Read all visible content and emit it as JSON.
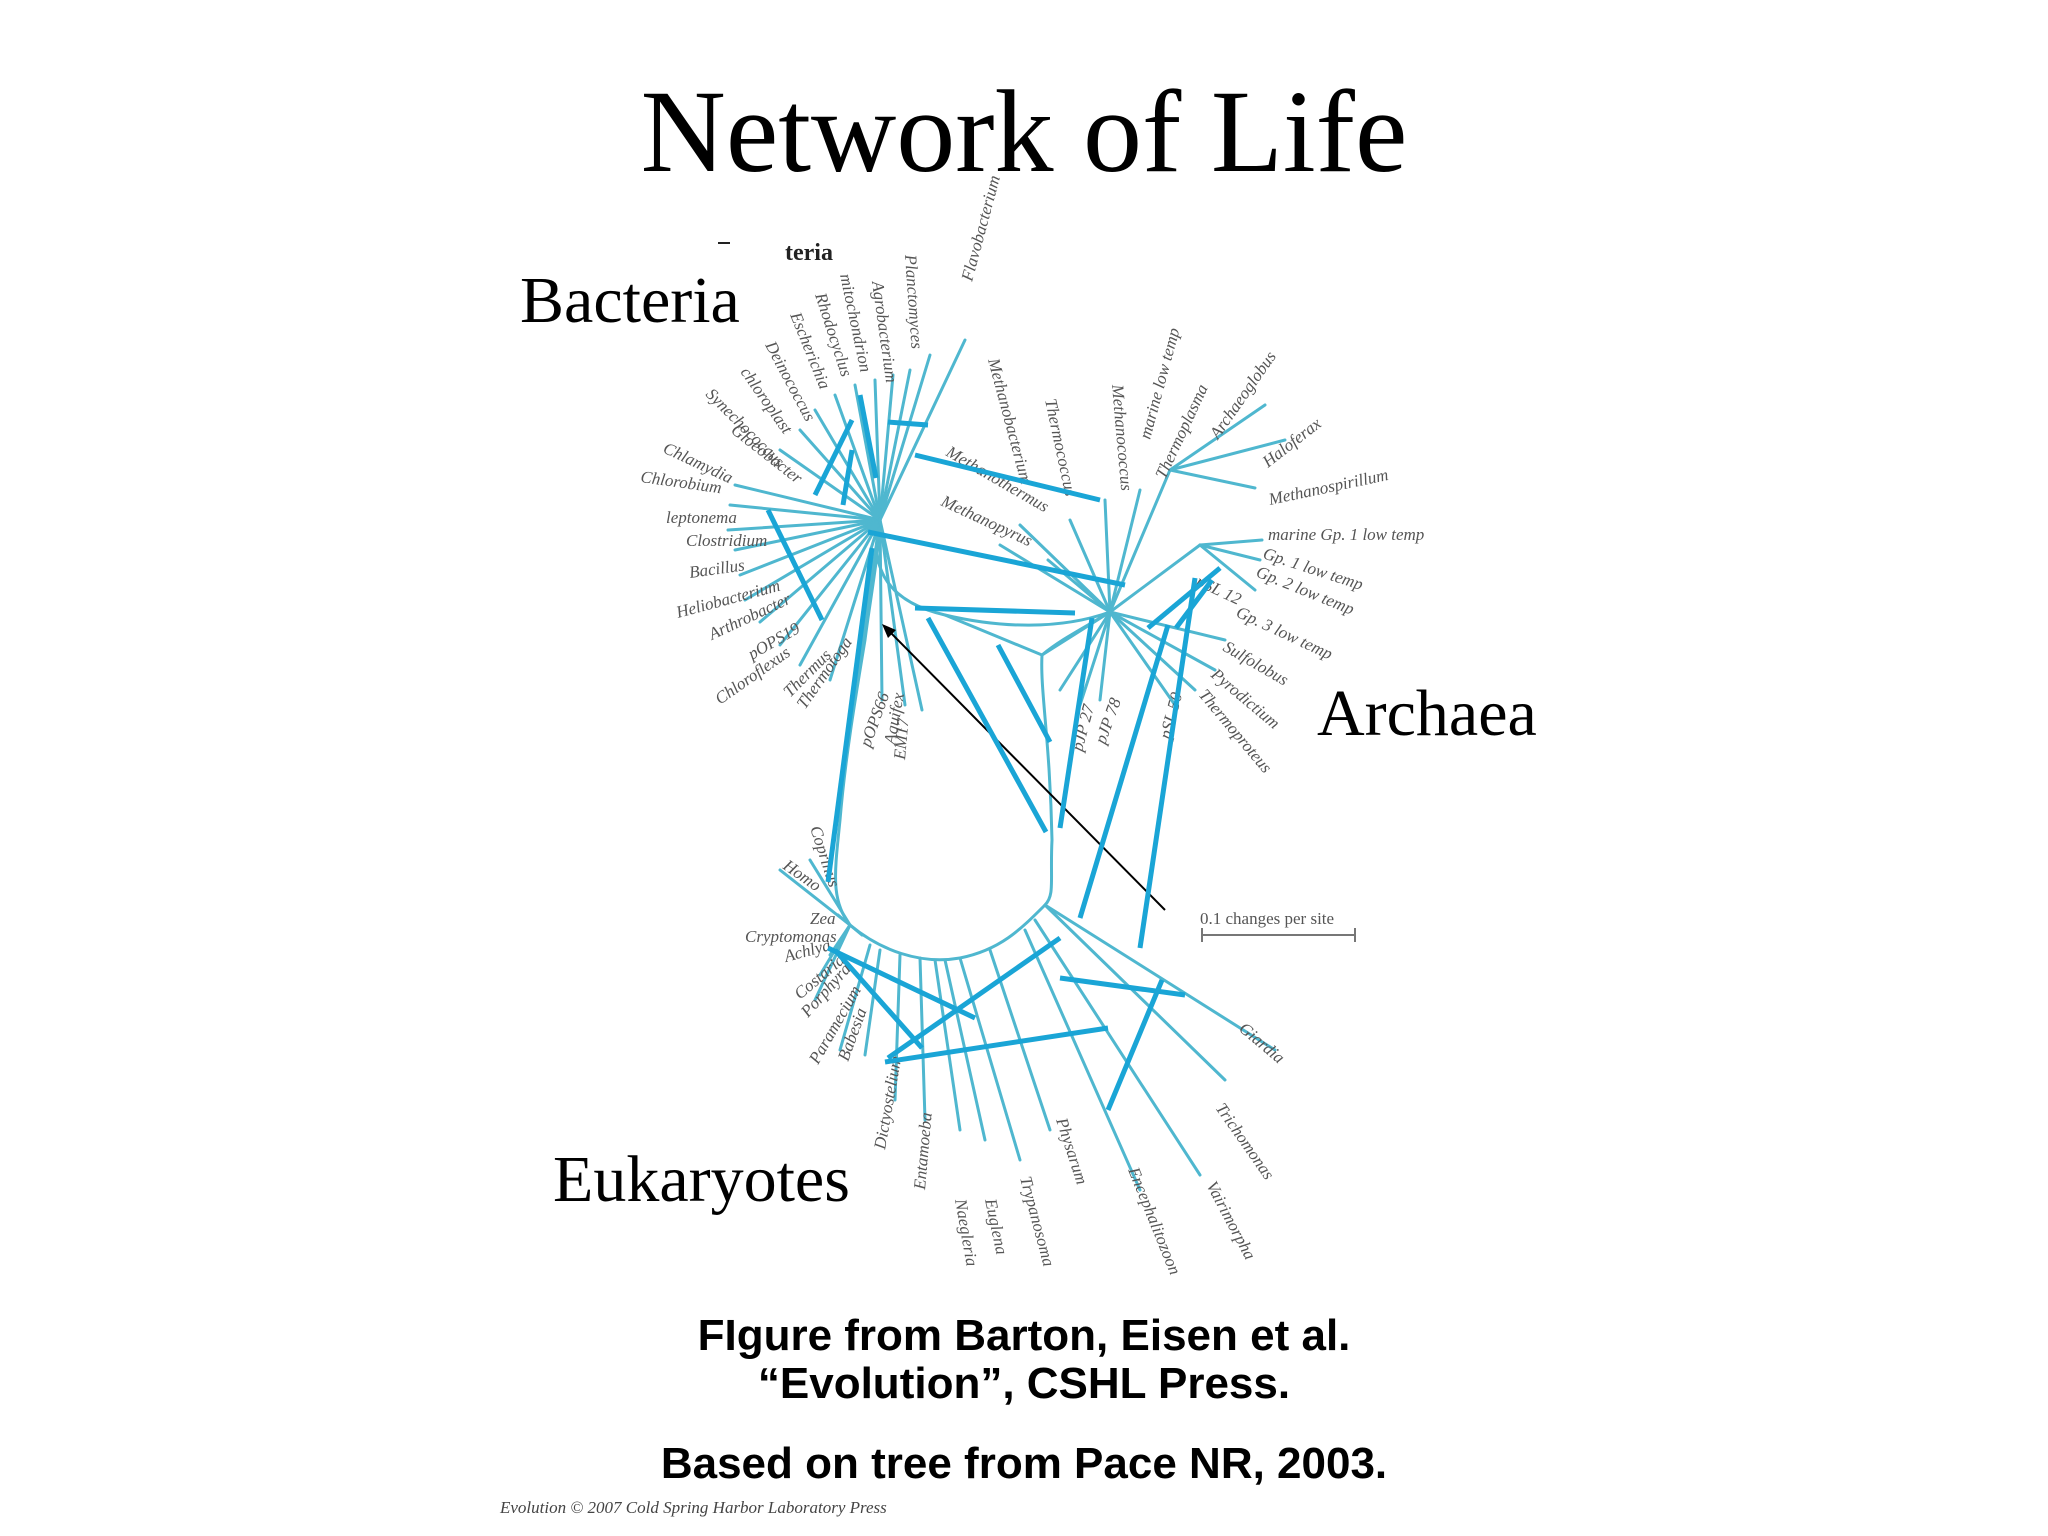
{
  "slide": {
    "title": "Network of Life",
    "labels": {
      "bacteria": "Bacteria",
      "archaea": "Archaea",
      "eukaryotes": "Eukaryotes"
    },
    "fragment": "teria",
    "caption": {
      "line1": "FIgure from Barton, Eisen et al.",
      "line2": "“Evolution”, CSHL Press.",
      "line3": "Based on tree from Pace NR, 2003."
    },
    "copyright": "Evolution © 2007 Cold Spring Harbor Laboratory Press",
    "scale_bar": "0.1 changes per site"
  },
  "taxa": {
    "bacteria": [
      "Chlamydia",
      "Chlorobium",
      "leptonema",
      "Clostridium",
      "Bacillus",
      "Heliobacterium",
      "Arthrobacter",
      "pOPS19",
      "Chloroflexus",
      "Thermus",
      "Thermotoga",
      "pOPS66",
      "Aquifex",
      "EM17",
      "Synechococcus",
      "chloroplast",
      "Gloeobacter",
      "Deinococcus",
      "Escherichia",
      "Rhodocyclus",
      "mitochondrion",
      "Agrobacterium",
      "Planctomyces",
      "Flavobacterium"
    ],
    "archaea": [
      "Methanobacterium",
      "Thermococcus",
      "Methanococcus",
      "marine low temp",
      "Thermoplasma",
      "Archaeoglobus",
      "Haloferax",
      "Methanospirillum",
      "marine Gp. 1 low temp",
      "Gp. 1 low temp",
      "Gp. 2 low temp",
      "Gp. 3 low temp",
      "Sulfolobus",
      "Pyrodictium",
      "Thermoproteus",
      "pSL 12",
      "pJP 78",
      "pJP 27",
      "pSL 50",
      "Methanothermus",
      "Methanopyrus"
    ],
    "eukaryotes": [
      "Homo",
      "Coprinus",
      "Zea",
      "Cryptomonas",
      "Achlya",
      "Costaria",
      "Porphyra",
      "Paramecium",
      "Babesia",
      "Dictyostelium",
      "Entamoeba",
      "Naegleria",
      "Euglena",
      "Trypanosoma",
      "Physarum",
      "Encephalitozoon",
      "Vairimorpha",
      "Trichomonas",
      "Giardia"
    ]
  }
}
